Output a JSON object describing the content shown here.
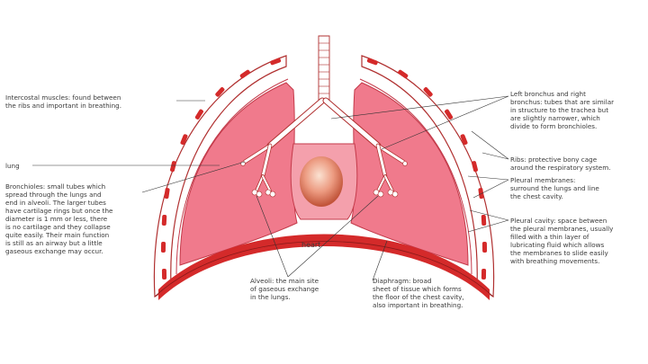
{
  "labels": {
    "intercostal": "Intercostal muscles: found between\nthe ribs and important in breathing.",
    "lung": "lung",
    "bronchioles": "Bronchioles: small tubes which\nspread through the lungs and\nend in alveoli. The larger tubes\nhave cartilage rings but once the\ndiameter is 1 mm or less, there\nis no cartilage and they collapse\nquite easily. Their main function\nis still as an airway but a little\ngaseous exchange may occur.",
    "bronchus": "Left bronchus and right\nbronchus: tubes that are similar\nin structure to the trachea but\nare slightly narrower, which\ndivide to form bronchioles.",
    "ribs": "Ribs: protective bony cage\naround the respiratory system.",
    "pleural_membranes": "Pleural membranes:\nsurround the lungs and line\nthe chest cavity.",
    "pleural_cavity": "Pleural cavity: space between\nthe pleural membranes, usually\nfilled with a thin layer of\nlubricating fluid which allows\nthe membranes to slide easily\nwith breathing movements.",
    "alveoli": "Alveoli: the main site\nof gaseous exchange\nin the lungs.",
    "diaphragm": "Diaphragm: broad\nsheet of tissue which forms\nthe floor of the chest cavity,\nalso important in breathing.",
    "heart": "heart"
  },
  "colors": {
    "lung_fill": "#f07a8c",
    "lung_outline": "#c43a4a",
    "rib_red": "#d42a2a",
    "wall_outline": "#b03030",
    "heart_center": "#f6c4a8",
    "heart_edge": "#c4563a",
    "leader_line": "#333333",
    "bronchus_fill": "#ffffff"
  }
}
